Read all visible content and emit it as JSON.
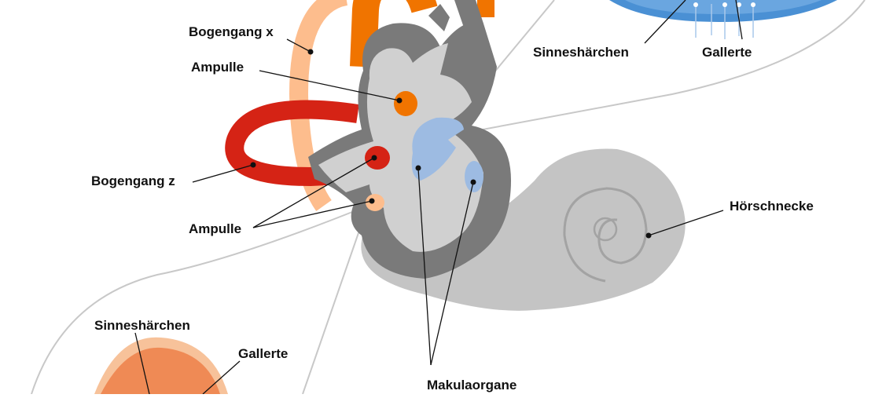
{
  "labels": {
    "bogengang_x": "Bogengang x",
    "ampulle_top": "Ampulle",
    "bogengang_z": "Bogengang z",
    "ampulle_bottom": "Ampulle",
    "hoerschnecke": "Hörschnecke",
    "makulaorgane": "Makulaorgane",
    "sinneshaerchen_top": "Sinneshärchen",
    "gallerte_top": "Gallerte",
    "sinneshaerchen_bottom": "Sinneshärchen",
    "gallerte_bottom": "Gallerte"
  },
  "colors": {
    "canal_x": "#f07400",
    "canal_light": "#fdbd8d",
    "canal_z": "#d52315",
    "bone_dark": "#7a7a7a",
    "bone_light": "#d0d0d0",
    "cochlea": "#c4c4c4",
    "macula": "#9dbbe2",
    "zoom_bubble_blue": "#4a90d4",
    "zoom_bubble_orange": "#ef8a55",
    "zoom_outline": "#c8c8c8"
  }
}
